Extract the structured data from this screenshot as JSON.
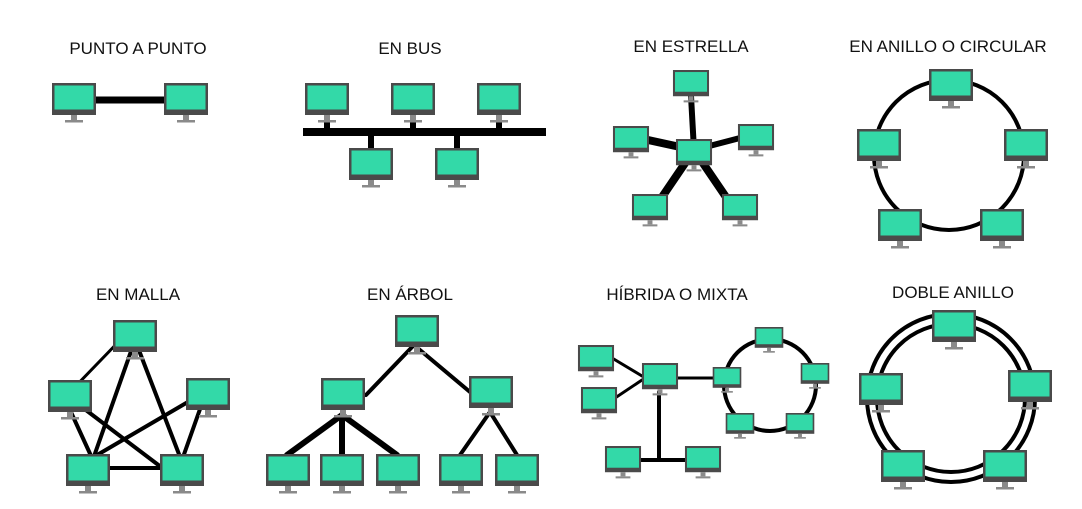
{
  "topologies": {
    "punto_a_punto": {
      "title": "PUNTO A PUNTO"
    },
    "bus": {
      "title": "EN BUS"
    },
    "estrella": {
      "title": "EN ESTRELLA"
    },
    "anillo": {
      "title": "EN ANILLO O CIRCULAR"
    },
    "malla": {
      "title": "EN MALLA"
    },
    "arbol": {
      "title": "EN ÁRBOL"
    },
    "hibrida": {
      "title": "HÍBRIDA O MIXTA"
    },
    "doble_anillo": {
      "title": "DOBLE ANILLO"
    }
  },
  "colors": {
    "screen": "#33d9a8",
    "bezel": "#4a4a4a",
    "stand": "#8a8a8a",
    "cable": "#000000"
  },
  "icons": {
    "node": "computer-monitor-icon"
  }
}
